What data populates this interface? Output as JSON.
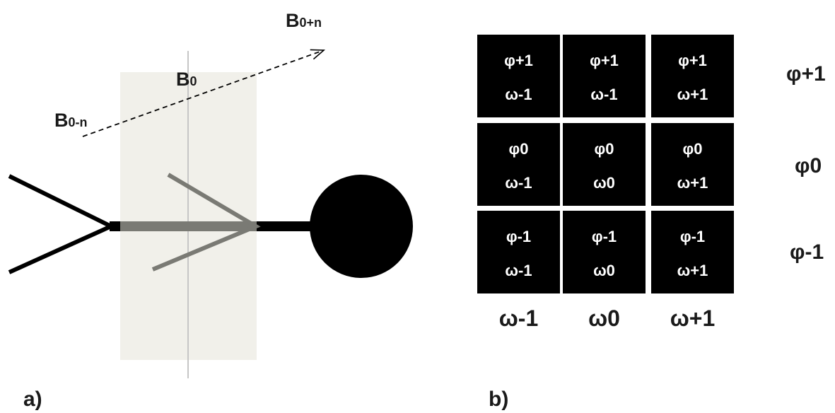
{
  "panel_a": {
    "label": "a)",
    "b0": {
      "main": "B",
      "sub": "0"
    },
    "b0_minus_n": {
      "main": "B",
      "sub": "0-n"
    },
    "b0_plus_n": {
      "main": "B",
      "sub": "0+n"
    }
  },
  "panel_b": {
    "label": "b)",
    "grid": [
      [
        {
          "phi": "φ+1",
          "omega": "ω-1"
        },
        {
          "phi": "φ+1",
          "omega": "ω-1"
        },
        {
          "phi": "φ+1",
          "omega": "ω+1"
        }
      ],
      [
        {
          "phi": "φ0",
          "omega": "ω-1"
        },
        {
          "phi": "φ0",
          "omega": "ω0"
        },
        {
          "phi": "φ0",
          "omega": "ω+1"
        }
      ],
      [
        {
          "phi": "φ-1",
          "omega": "ω-1"
        },
        {
          "phi": "φ-1",
          "omega": "ω0"
        },
        {
          "phi": "φ-1",
          "omega": "ω+1"
        }
      ]
    ],
    "row_labels": [
      "φ+1",
      "φ0",
      "φ-1"
    ],
    "col_labels": [
      "ω-1",
      "ω0",
      "ω+1"
    ]
  },
  "colors": {
    "shade": "#f1f0ea",
    "gray_arrow": "#7a7a74",
    "black": "#000000",
    "vline": "#c6c6c6"
  }
}
